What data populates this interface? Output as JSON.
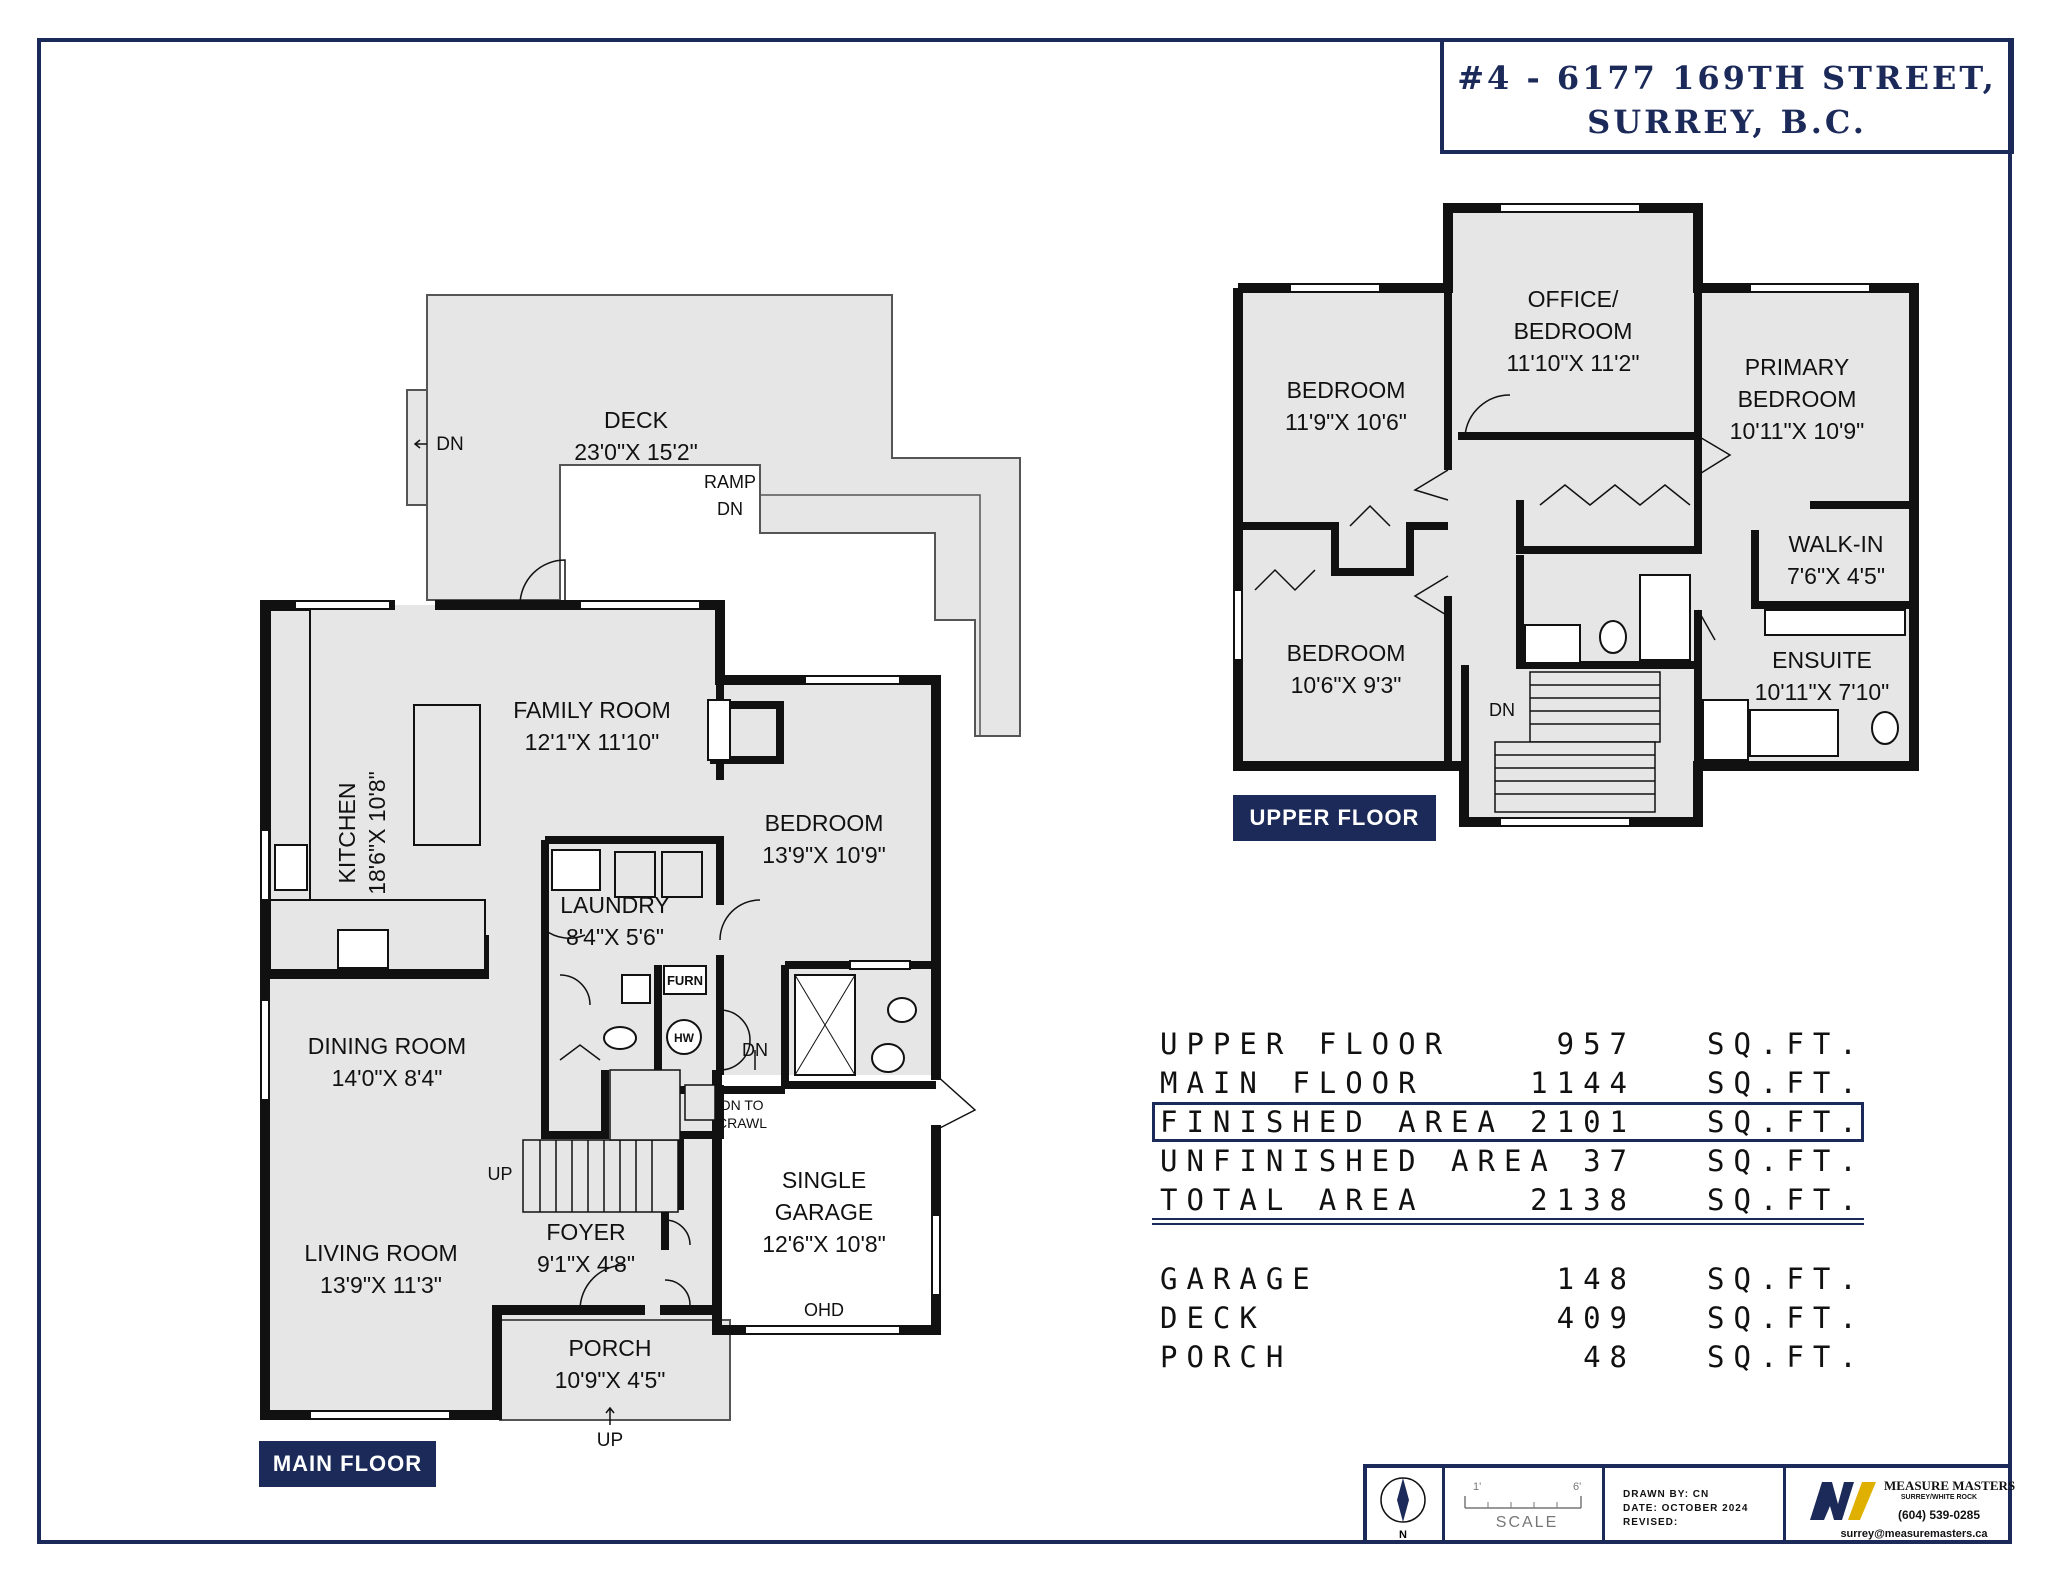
{
  "address": {
    "line1": "#4 - 6177 169TH STREET,",
    "line2": "SURREY, B.C."
  },
  "main_floor": {
    "tag": "MAIN FLOOR",
    "rooms": [
      {
        "name": "DECK",
        "size": "23'0\"X 15'2\""
      },
      {
        "name": "FAMILY ROOM",
        "size": "12'1\"X 11'10\""
      },
      {
        "name": "KITCHEN",
        "size": "18'6\"X 10'8\""
      },
      {
        "name": "BEDROOM",
        "size": "13'9\"X 10'9\""
      },
      {
        "name": "LAUNDRY",
        "size": "8'4\"X 5'6\""
      },
      {
        "name": "DINING ROOM",
        "size": "14'0\"X 8'4\""
      },
      {
        "name": "LIVING ROOM",
        "size": "13'9\"X 11'3\""
      },
      {
        "name": "FOYER",
        "size": "9'1\"X 4'8\""
      },
      {
        "name": "SINGLE",
        "name2": "GARAGE",
        "size": "12'6\"X 10'8\""
      },
      {
        "name": "PORCH",
        "size": "10'9\"X 4'5\""
      }
    ],
    "notes": {
      "dn_deck": "DN",
      "ramp": "RAMP",
      "ramp_dn": "DN",
      "dn_stairs": "DN",
      "dn_to": "DN TO",
      "crawl": "CRAWL",
      "up_stairs": "UP",
      "up_porch": "UP",
      "ohd": "OHD",
      "furn": "FURN",
      "hw": "HW"
    }
  },
  "upper_floor": {
    "tag": "UPPER FLOOR",
    "rooms": [
      {
        "name": "BEDROOM",
        "size": "11'9\"X 10'6\""
      },
      {
        "name": "OFFICE/",
        "name2": "BEDROOM",
        "size": "11'10\"X 11'2\""
      },
      {
        "name": "PRIMARY",
        "name2": "BEDROOM",
        "size": "10'11\"X 10'9\""
      },
      {
        "name": "WALK-IN",
        "size": "7'6\"X 4'5\""
      },
      {
        "name": "BEDROOM",
        "size": "10'6\"X 9'3\""
      },
      {
        "name": "ENSUITE",
        "size": "10'11\"X 7'10\""
      }
    ],
    "notes": {
      "dn": "DN"
    }
  },
  "areas": [
    {
      "label": "UPPER FLOOR",
      "value": "957",
      "unit": "SQ.FT."
    },
    {
      "label": "MAIN FLOOR",
      "value": "1144",
      "unit": "SQ.FT."
    },
    {
      "label": "FINISHED AREA",
      "value": "2101",
      "unit": "SQ.FT."
    },
    {
      "label": "UNFINISHED AREA",
      "value": "37",
      "unit": "SQ.FT."
    },
    {
      "label": "TOTAL AREA",
      "value": "2138",
      "unit": "SQ.FT."
    },
    {
      "label": "GARAGE",
      "value": "148",
      "unit": "SQ.FT."
    },
    {
      "label": "DECK",
      "value": "409",
      "unit": "SQ.FT."
    },
    {
      "label": "PORCH",
      "value": "48",
      "unit": "SQ.FT."
    }
  ],
  "legend": {
    "north": "N",
    "scale_start": "1'",
    "scale_end": "6'",
    "scale": "SCALE",
    "drawn_by": "DRAWN BY: CN",
    "date": "DATE: OCTOBER 2024",
    "revised": "REVISED:",
    "company": "MEASURE MASTERS",
    "company_sub": "SURREY/WHITE ROCK",
    "phone": "(604) 539-0285",
    "email": "surrey@measuremasters.ca"
  },
  "colors": {
    "navy": "#1c2a5a",
    "wall": "#111111",
    "floor": "#e6e6e6"
  }
}
